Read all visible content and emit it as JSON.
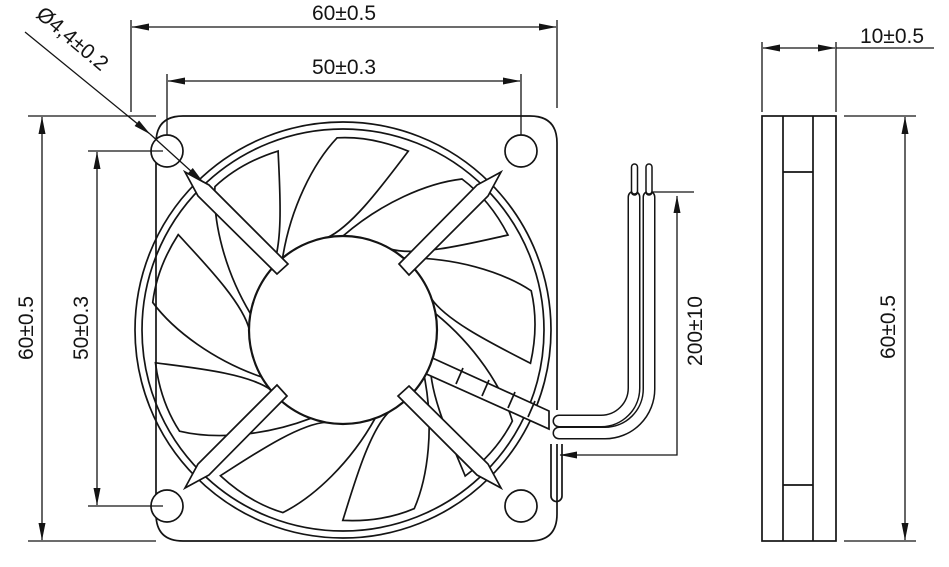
{
  "drawing_type": "fan-dimensional-drawing",
  "front_view": {
    "width_top": "60±0.5",
    "hole_spacing_top": "50±0.3",
    "hole_diameter": "Ø4,4±0.2",
    "height_left": "60±0.5",
    "hole_spacing_left": "50±0.3",
    "wire_length": "200±10"
  },
  "side_view": {
    "depth": "10±0.5",
    "height": "60±0.5"
  },
  "colors": {
    "line": "#141414",
    "background": "#ffffff"
  }
}
